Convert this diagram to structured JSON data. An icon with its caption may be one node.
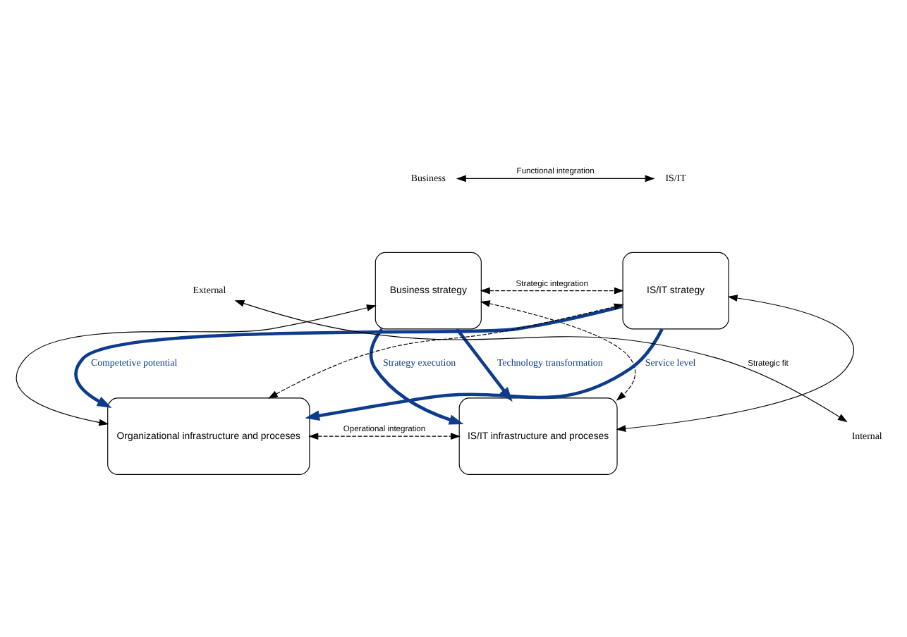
{
  "diagram": {
    "nodes": [
      {
        "text": [
          "Business strategy"
        ]
      },
      {
        "text": [
          "IS/IT strategy"
        ]
      },
      {
        "text": [
          "Organizational infrastructure and proceses"
        ]
      },
      {
        "text": [
          "IS/IT infrastructure and proceses"
        ]
      },
      {
        "text": [
          "Business"
        ]
      },
      {
        "text": [
          "IS/IT"
        ]
      },
      {
        "text": [
          "External"
        ]
      },
      {
        "text": [
          "Internal"
        ]
      }
    ],
    "edges": [
      {
        "from": 4,
        "to": 5,
        "arrow": "both",
        "label": "Functional integration"
      },
      {
        "from": 6,
        "to": 7,
        "arrow": "both",
        "label": "Strategic fit"
      },
      {
        "from": 0,
        "to": 3,
        "arrow": "to",
        "label": "Technology transformation",
        "style": "thick",
        "color": "#0d3c8c"
      },
      {
        "from": 0,
        "to": 1,
        "arrow": "both",
        "label": "Strategic integration",
        "style": "dashed"
      },
      {
        "from": 1,
        "to": 2,
        "arrow": "to",
        "label": "Competetive potential",
        "style": "thick",
        "color": "#0d3c8c"
      },
      {
        "from": 0,
        "to": 2,
        "arrow": "both"
      },
      {
        "from": 1,
        "to": 3,
        "arrow": "both"
      },
      {
        "from": 0,
        "to": 3,
        "arrow": "both",
        "style": "dashed"
      },
      {
        "from": 1,
        "to": 2,
        "arrow": "both",
        "style": "dashed"
      },
      {
        "from": 1,
        "to": 2,
        "arrow": "to",
        "label": "Service level",
        "style": "thick",
        "color": "#0d3c8c"
      },
      {
        "from": 2,
        "to": 3,
        "arrow": "both",
        "label": "Operational integration",
        "style": "dashed"
      },
      {
        "from": 0,
        "to": 3,
        "arrow": "to",
        "label": "Strategy execution",
        "style": "thick",
        "color": "#0d3c8c"
      }
    ]
  }
}
